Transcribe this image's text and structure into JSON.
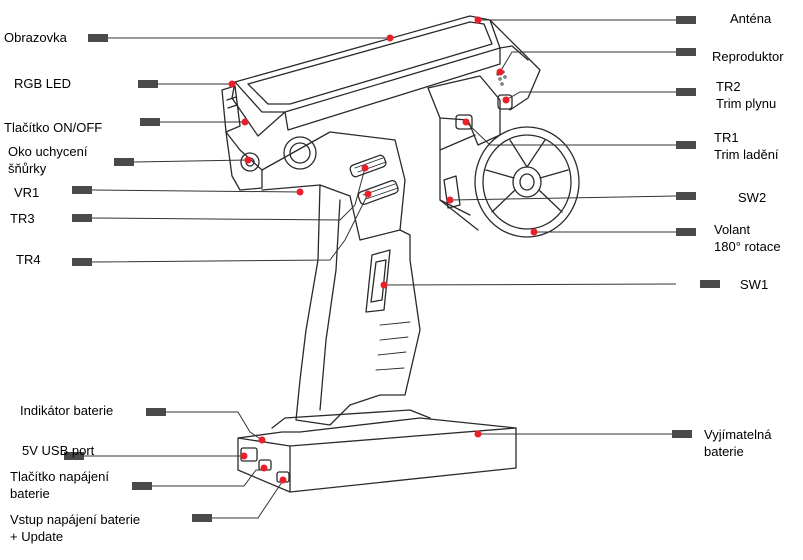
{
  "labels": {
    "obrazovka": [
      "Obrazovka"
    ],
    "rgb_led": [
      "RGB LED"
    ],
    "on_off": [
      "Tlačítko ON/OFF"
    ],
    "oko": [
      "Oko uchycení",
      "šňůrky"
    ],
    "vr1": [
      "VR1"
    ],
    "tr3": [
      "TR3"
    ],
    "tr4": [
      "TR4"
    ],
    "indikator": [
      "Indikátor baterie"
    ],
    "usb": [
      "5V USB port"
    ],
    "tlacitko_napajeni": [
      "Tlačítko napájení",
      "baterie"
    ],
    "vstup": [
      "Vstup napájení baterie",
      "+ Update"
    ],
    "antena": [
      "Anténa"
    ],
    "reproduktor": [
      "Reproduktor"
    ],
    "tr2": [
      "TR2",
      "Trim plynu"
    ],
    "tr1": [
      "TR1",
      "Trim ladění"
    ],
    "sw2": [
      "SW2"
    ],
    "volant": [
      "Volant",
      "180° rotace"
    ],
    "sw1": [
      "SW1"
    ],
    "baterie": [
      "Vyjímatelná",
      "baterie"
    ]
  },
  "colors": {
    "marker": "#e8202a",
    "leader": "#333333",
    "outline": "#2a2a2a",
    "tick": "#4a4a4a"
  }
}
